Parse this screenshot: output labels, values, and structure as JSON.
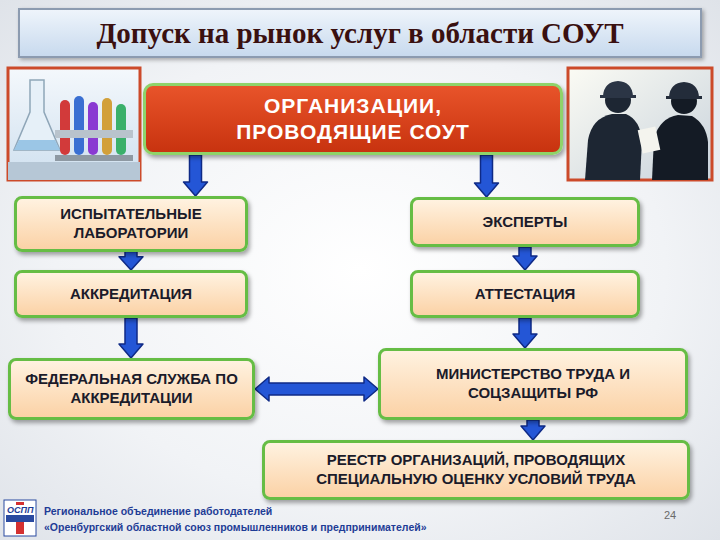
{
  "diagram": {
    "title": "Допуск на рынок услуг в области СОУТ",
    "nodes": [
      {
        "text": [
          "ОРГАНИЗАЦИИ, ПРОВОДЯЩИЕ СОУТ"
        ]
      },
      {
        "text": [
          "ИСПЫТАТЕЛЬНЫЕ ЛАБОРАТОРИИ"
        ]
      },
      {
        "text": [
          "ЭКСПЕРТЫ"
        ]
      },
      {
        "text": [
          "АККРЕДИТАЦИЯ"
        ]
      },
      {
        "text": [
          "АТТЕСТАЦИЯ"
        ]
      },
      {
        "text": [
          "ФЕДЕРАЛЬНАЯ СЛУЖБА ПО АККРЕДИТАЦИИ"
        ]
      },
      {
        "text": [
          "МИНИСТЕРСТВО ТРУДА И СОЦЗАЩИТЫ РФ"
        ]
      },
      {
        "text": [
          "РЕЕСТР ОРГАНИЗАЦИЙ, ПРОВОДЯЩИХ СПЕЦИАЛЬНУЮ ОЦЕНКУ УСЛОВИЙ ТРУДА"
        ]
      }
    ],
    "edges": [
      {
        "from": 0,
        "to": 1,
        "arrow": "to"
      },
      {
        "from": 0,
        "to": 2,
        "arrow": "to"
      },
      {
        "from": 1,
        "to": 3,
        "arrow": "to"
      },
      {
        "from": 3,
        "to": 5,
        "arrow": "to"
      },
      {
        "from": 2,
        "to": 4,
        "arrow": "to"
      },
      {
        "from": 4,
        "to": 6,
        "arrow": "to"
      },
      {
        "from": 5,
        "to": 6,
        "arrow": "both"
      },
      {
        "from": 6,
        "to": 7,
        "arrow": "to"
      }
    ],
    "labels": [
      "ОСПП",
      "Региональное объединение работодателей",
      "«Оренбургский областной союз промышленников и предпринимателей»",
      "24"
    ]
  }
}
